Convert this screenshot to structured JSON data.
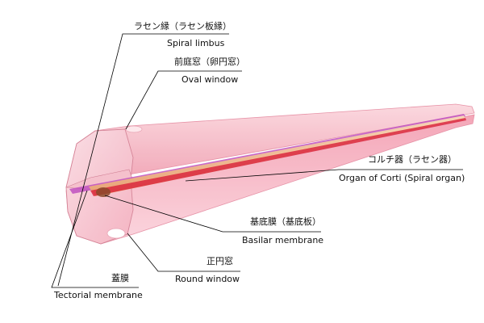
{
  "labels": {
    "spiral_limbus": {
      "ja": "ラセン縁（ラセン板縁）",
      "en": "Spiral limbus"
    },
    "oval_window": {
      "ja": "前庭窓（卵円窓）",
      "en": "Oval window"
    },
    "organ_of_corti": {
      "ja": "コルチ器（ラセン器）",
      "en": "Organ of Corti (Spiral organ)"
    },
    "basilar_membrane": {
      "ja": "基底膜（基底板）",
      "en": "Basilar membrane"
    },
    "round_window": {
      "ja": "正円窓",
      "en": "Round window"
    },
    "tectorial_membrane": {
      "ja": "蓋膜",
      "en": "Tectorial membrane"
    }
  },
  "colors": {
    "cochlea_upper": "#f2aebb",
    "cochlea_lower": "#f6b8c6",
    "end_cap": "#f8c9d3",
    "organ_of_corti": "#f3c79a",
    "basilar_membrane": "#d81e3a",
    "tectorial_membrane": "#c050c0",
    "leader_line": "#000000"
  }
}
